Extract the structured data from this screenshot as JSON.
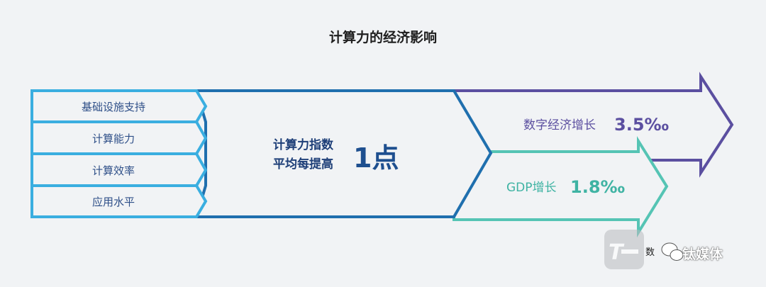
{
  "title": "计算力的经济影响",
  "factors": [
    "基础设施支持",
    "计算能力",
    "计算效率",
    "应用水平"
  ],
  "center": {
    "line1": "计算力指数",
    "line2": "平均每提高",
    "value": "1点"
  },
  "outcomes": {
    "digital": {
      "label": "数字经济增长",
      "value": "3.5‰"
    },
    "gdp": {
      "label": "GDP增长",
      "value": "1.8‰"
    }
  },
  "watermark": {
    "source_prefix": "数",
    "text": "钛媒体"
  },
  "colors": {
    "light_blue": "#3aaee0",
    "dark_blue": "#1f6fae",
    "purple": "#5b4fa0",
    "teal": "#55c4b4",
    "background": "#f1f3f5"
  }
}
